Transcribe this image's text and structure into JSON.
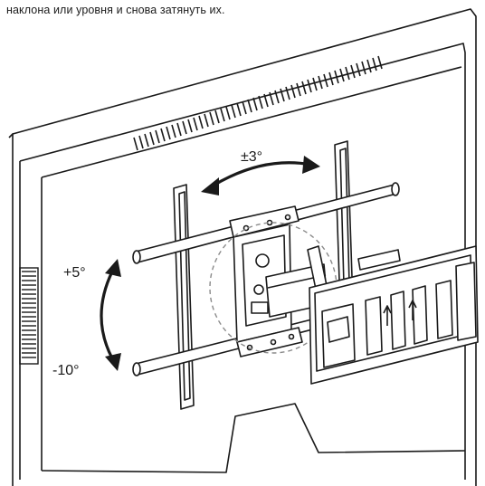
{
  "caption": "наклона или уровня и снова затянуть их.",
  "labels": {
    "swivel": "±3°",
    "tilt_up": "+5°",
    "tilt_down": "-10°"
  },
  "colors": {
    "line": "#1a1a1a",
    "background": "#ffffff",
    "highlight": "#8a8a8a"
  }
}
